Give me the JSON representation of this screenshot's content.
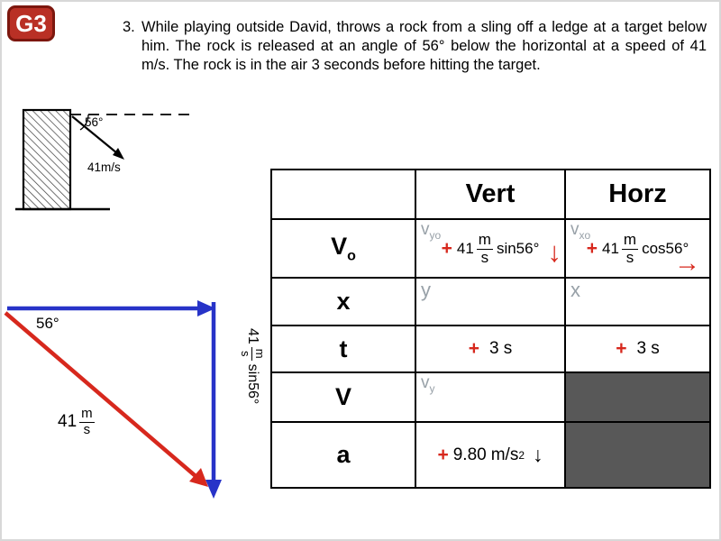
{
  "colors": {
    "accent-red": "#d7281d",
    "arrow-blue": "#2733c8",
    "muted-gray": "#98a1a8",
    "blocked-cell": "#585858",
    "badge-bg": "#b93025",
    "badge-border": "#7c170e"
  },
  "badge": {
    "label": "G3"
  },
  "problem": {
    "number": "3.",
    "text": "While playing outside David, throws a rock from a sling off a ledge at a target below him. The rock is released at an angle of 56° below the horizontal at a speed of 41 m/s. The rock is in the air 3 seconds before hitting the target."
  },
  "ledge_diagram": {
    "angle_label": "56°",
    "speed_label": "41m/s"
  },
  "triangle": {
    "angle_label": "56°",
    "hyp_value": "41",
    "hyp_unit_num": "m",
    "hyp_unit_den": "s",
    "vert_value": "41",
    "vert_unit_num": "m",
    "vert_unit_den": "s",
    "vert_trig": "sin56°"
  },
  "table": {
    "col_headers": {
      "vert": "Vert",
      "horz": "Horz"
    },
    "row_labels": {
      "v0_main": "V",
      "v0_sub": "o",
      "x": "x",
      "t": "t",
      "v": "V",
      "a": "a"
    },
    "v0_vert": {
      "var": "v",
      "var_sub": "yo",
      "sign": "+",
      "value": "41",
      "unit_num": "m",
      "unit_den": "s",
      "trig": "sin56°",
      "arrow": "↓"
    },
    "v0_horz": {
      "var": "v",
      "var_sub": "xo",
      "sign": "+",
      "value": "41",
      "unit_num": "m",
      "unit_den": "s",
      "trig": "cos56°",
      "arrow": "→"
    },
    "x_vert": {
      "var": "y"
    },
    "x_horz": {
      "var": "x"
    },
    "t_vert": {
      "sign": "+",
      "value": "3 s"
    },
    "t_horz": {
      "sign": "+",
      "value": "3 s"
    },
    "v_vert": {
      "var": "v",
      "var_sub": "y"
    },
    "a_vert": {
      "sign": "+",
      "value": "9.80",
      "unit": "m/s",
      "exp": "2",
      "arrow": "↓"
    }
  }
}
